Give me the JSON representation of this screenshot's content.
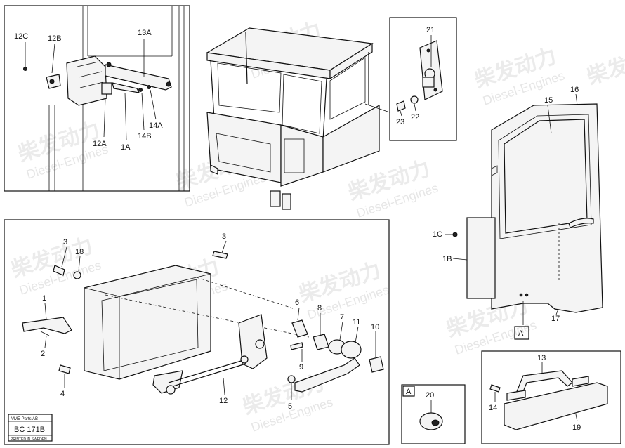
{
  "watermark": {
    "brand": "柴发动力",
    "sub": "Diesel-Engines"
  },
  "panels": {
    "top_left": {
      "callouts": [
        "12C",
        "12B",
        "13A",
        "14A",
        "14B",
        "12A",
        "1A"
      ]
    },
    "mid_right": {
      "callouts": [
        "21",
        "22",
        "23"
      ]
    },
    "door": {
      "callouts": [
        "15",
        "16",
        "1C",
        "1B",
        "17"
      ],
      "ref_box": "A"
    },
    "main": {
      "callouts": [
        "3",
        "18",
        "3",
        "1",
        "2",
        "4",
        "6",
        "8",
        "7",
        "11",
        "10",
        "9",
        "5",
        "12"
      ]
    },
    "detail_a": {
      "label": "A",
      "callouts": [
        "20"
      ]
    },
    "handle_detail": {
      "callouts": [
        "13",
        "14",
        "19"
      ]
    }
  },
  "title_block": {
    "company": "VME Parts AB",
    "code": "BC 171B",
    "printed": "PRINTED IN SWEDEN"
  }
}
